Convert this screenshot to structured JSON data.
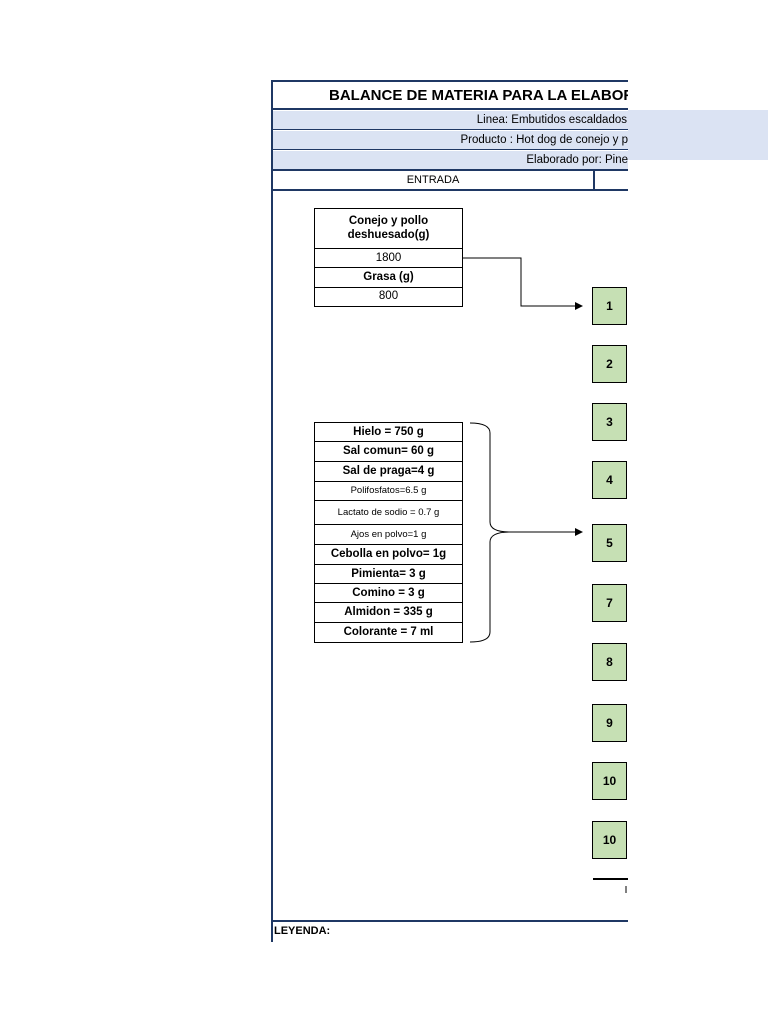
{
  "header": {
    "title": "BALANCE DE MATERIA PARA LA ELABORA",
    "linea": "Linea: Embutidos escaldados",
    "producto": "Producto : Hot dog de conejo y p",
    "elaborado": "Elaborado por: Pine",
    "entrada": "ENTRADA"
  },
  "meat_box": {
    "rows": [
      "Conejo  y pollo deshuesado(g)",
      "1800",
      "Grasa (g)",
      "800"
    ]
  },
  "ingredients": [
    "Hielo = 750 g",
    "Sal comun= 60 g",
    "Sal de praga=4 g",
    "Polifosfatos=6.5 g",
    "Lactato de sodio = 0.7 g",
    "Ajos en polvo=1 g",
    "Cebolla en polvo= 1g",
    "Pimienta= 3 g",
    "Comino = 3 g",
    "Almidon = 335 g",
    "Colorante = 7 ml"
  ],
  "steps": [
    "1",
    "2",
    "3",
    "4",
    "5",
    "7",
    "8",
    "9",
    "10",
    "10"
  ],
  "legend": "LEYENDA:",
  "colors": {
    "band": "#dbe3f3",
    "border": "#1f3864",
    "step_fill": "#c6e0b4"
  }
}
